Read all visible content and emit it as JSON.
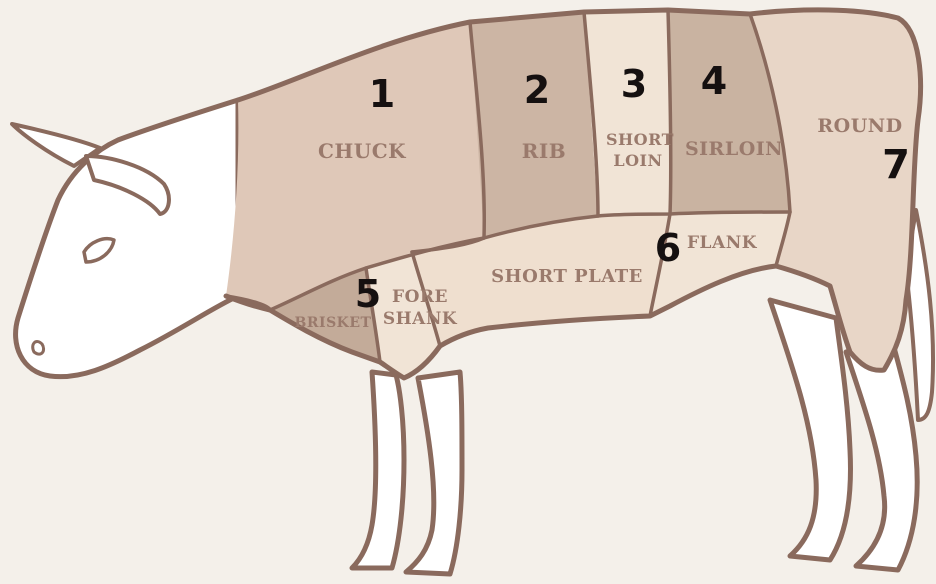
{
  "colors": {
    "background": "#f4f0ea",
    "outline": "#8a6a5d",
    "white_parts": "#ffffff",
    "chuck": "#dfc8b8",
    "rib": "#ccb5a4",
    "short_loin": "#f1e4d6",
    "sirloin": "#c9b3a1",
    "round": "#e8d6c7",
    "short_plate": "#efdfcf",
    "flank": "#f1e4d6",
    "brisket": "#c3ab99",
    "fore_shank": "#f1e4d6",
    "label_text": "#9a7a6c",
    "number_text": "#151010"
  },
  "cuts": {
    "chuck": {
      "number": "1",
      "label_lines": [
        "CHUCK"
      ]
    },
    "rib": {
      "number": "2",
      "label_lines": [
        "RIB"
      ]
    },
    "short_loin": {
      "number": "3",
      "label_lines": [
        "SHORT",
        "LOIN"
      ]
    },
    "sirloin": {
      "number": "4",
      "label_lines": [
        "SIRLOIN"
      ]
    },
    "brisket": {
      "number": "5",
      "label_lines": [
        "BRISKET"
      ]
    },
    "fore_shank": {
      "label_lines": [
        "FORE",
        "SHANK"
      ]
    },
    "short_plate": {
      "label_lines": [
        "SHORT PLATE"
      ]
    },
    "flank": {
      "number": "6",
      "label_lines": [
        "FLANK"
      ]
    },
    "round": {
      "number": "7",
      "label_lines": [
        "ROUND"
      ]
    }
  }
}
